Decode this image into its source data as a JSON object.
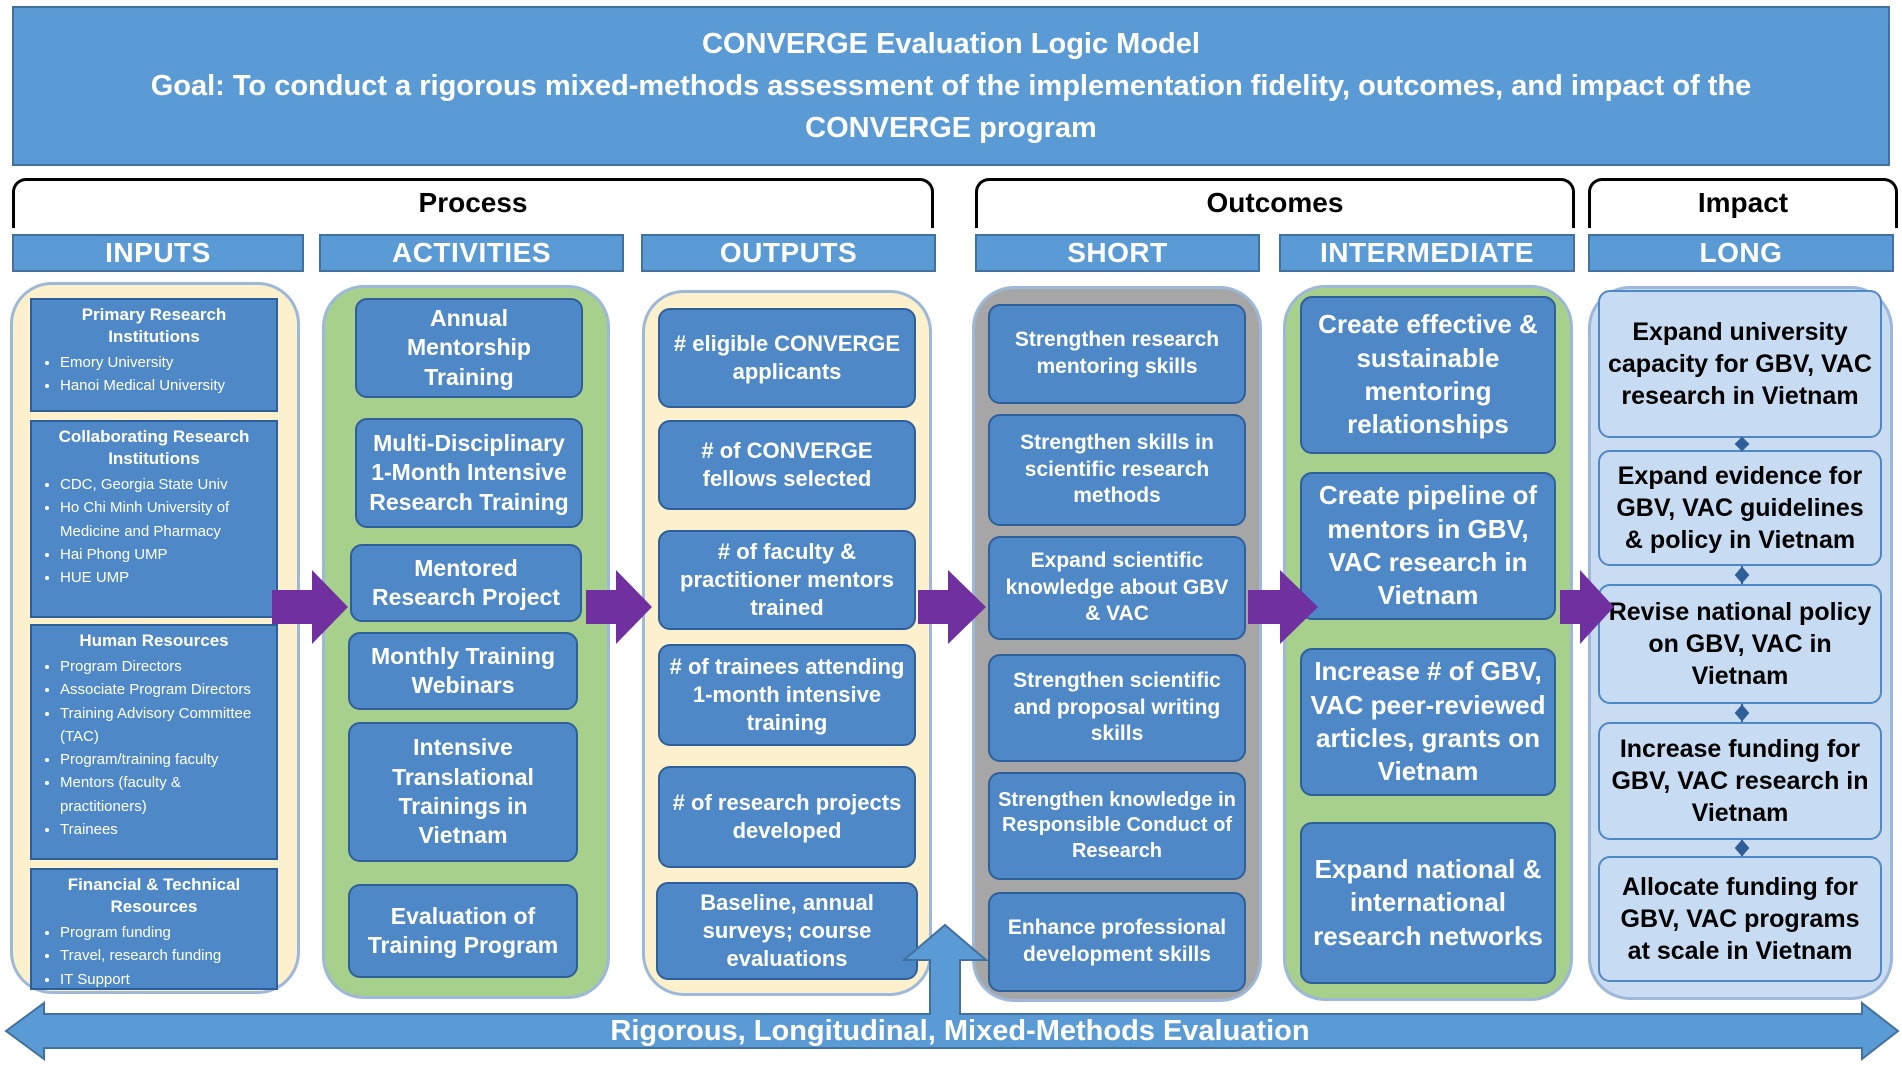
{
  "header": {
    "title": "CONVERGE Evaluation Logic Model",
    "goal_line1": "Goal: To conduct a rigorous mixed-methods assessment of the implementation fidelity, outcomes, and impact of the",
    "goal_line2": "CONVERGE program"
  },
  "groups": {
    "process": "Process",
    "outcomes": "Outcomes",
    "impact": "Impact"
  },
  "columns": {
    "inputs": "INPUTS",
    "activities": "ACTIVITIES",
    "outputs": "OUTPUTS",
    "short": "SHORT",
    "intermediate": "INTERMEDIATE",
    "long": "LONG"
  },
  "inputs": [
    {
      "heading": "Primary Research Institutions",
      "items": [
        "Emory University",
        "Hanoi Medical University"
      ]
    },
    {
      "heading": "Collaborating Research Institutions",
      "items": [
        "CDC, Georgia State Univ",
        "Ho Chi Minh University of Medicine and Pharmacy",
        "Hai Phong UMP",
        "HUE UMP"
      ]
    },
    {
      "heading": "Human Resources",
      "items": [
        "Program Directors",
        "Associate Program Directors",
        "Training Advisory Committee (TAC)",
        "Program/training faculty",
        "Mentors (faculty & practitioners)",
        "Trainees"
      ]
    },
    {
      "heading": "Financial & Technical Resources",
      "items": [
        "Program funding",
        "Travel, research funding",
        "IT Support"
      ]
    }
  ],
  "activities": [
    "Annual Mentorship Training",
    "Multi-Disciplinary 1-Month Intensive Research Training",
    "Mentored Research Project",
    "Monthly Training Webinars",
    "Intensive Translational Trainings in Vietnam",
    "Evaluation of Training Program"
  ],
  "outputs": [
    "# eligible CONVERGE applicants",
    "# of CONVERGE fellows selected",
    "# of faculty & practitioner mentors trained",
    "# of trainees attending 1-month intensive training",
    "# of research projects developed",
    "Baseline, annual surveys; course evaluations"
  ],
  "short": [
    "Strengthen research mentoring skills",
    "Strengthen skills in scientific research methods",
    "Expand scientific knowledge about GBV & VAC",
    "Strengthen scientific and proposal writing skills",
    "Strengthen knowledge in Responsible Conduct of Research",
    "Enhance professional development skills"
  ],
  "intermediate": [
    "Create effective & sustainable mentoring relationships",
    "Create pipeline of mentors in GBV, VAC research in Vietnam",
    "Increase # of GBV, VAC peer-reviewed articles, grants on Vietnam",
    "Expand national & international research networks"
  ],
  "long": [
    "Expand university capacity for GBV, VAC research in Vietnam",
    "Expand evidence for GBV, VAC guidelines & policy in Vietnam",
    "Revise national policy on GBV, VAC in Vietnam",
    "Increase funding for GBV, VAC research in Vietnam",
    "Allocate funding for GBV, VAC programs at scale in Vietnam"
  ],
  "footer": "Rigorous, Longitudinal, Mixed-Methods Evaluation",
  "colors": {
    "blue": "#5b9bd5",
    "card": "#4f88c7",
    "arrow": "#7030a0",
    "green": "#a8d08d",
    "cream": "#fdf0cc",
    "gray": "#a6a6a6"
  }
}
